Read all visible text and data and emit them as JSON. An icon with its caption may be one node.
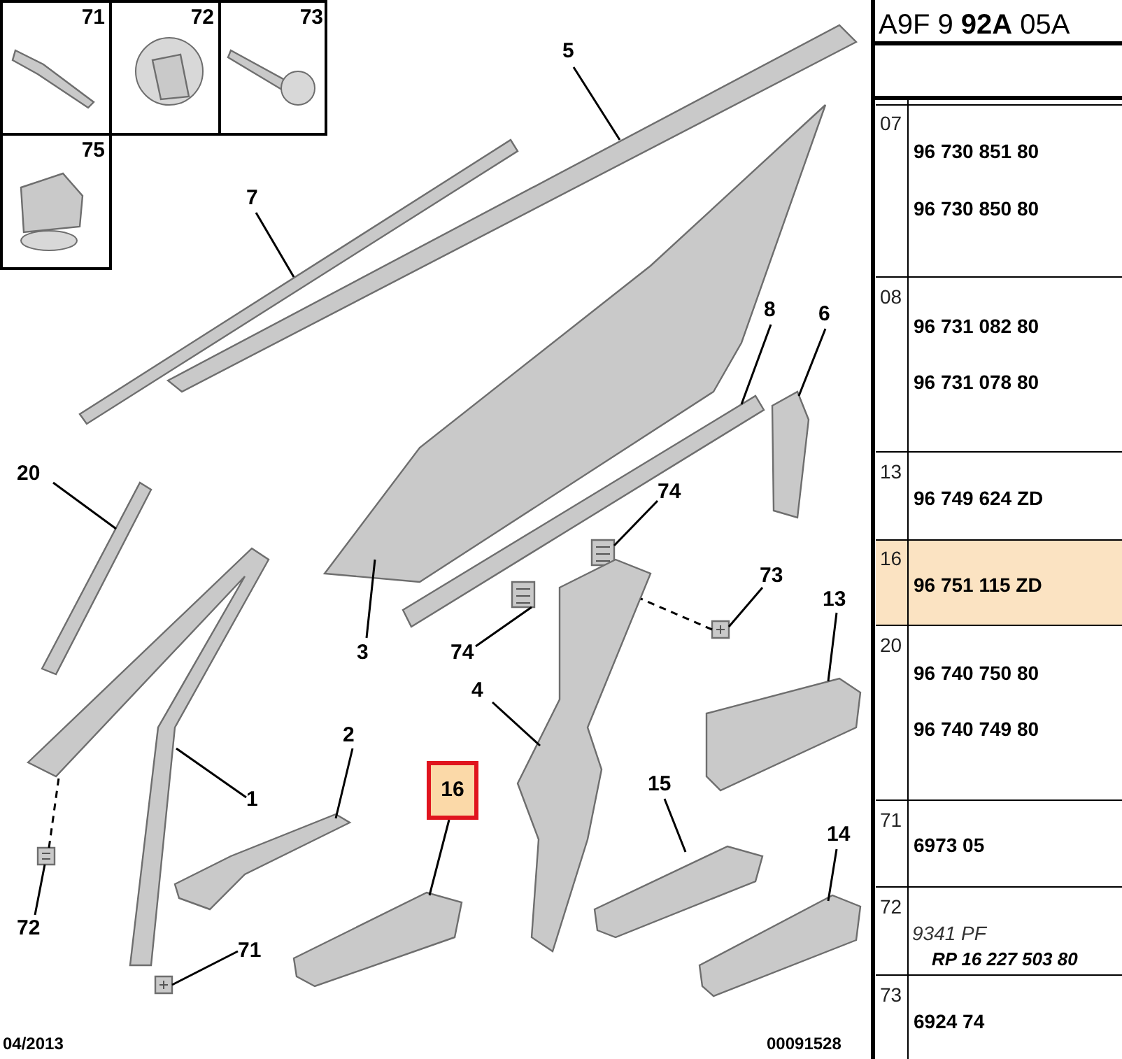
{
  "diagram": {
    "nodes": [
      {
        "text": [
          "71"
        ]
      },
      {
        "text": [
          "72"
        ]
      },
      {
        "text": [
          "73"
        ]
      },
      {
        "text": [
          "75"
        ]
      },
      {
        "text": [
          "5"
        ]
      },
      {
        "text": [],
        "shape": "picture"
      },
      {
        "text": [
          "7"
        ]
      },
      {
        "text": [],
        "shape": "picture"
      },
      {
        "text": [
          "8"
        ]
      },
      {
        "text": [],
        "shape": "picture"
      },
      {
        "text": [
          "6"
        ]
      },
      {
        "text": [],
        "shape": "picture"
      },
      {
        "text": [
          "20"
        ]
      },
      {
        "text": [],
        "shape": "picture"
      },
      {
        "text": [
          "74"
        ]
      },
      {
        "text": [],
        "shape": "picture"
      },
      {
        "text": [
          "3"
        ]
      },
      {
        "text": [],
        "shape": "picture"
      },
      {
        "text": [
          "73"
        ]
      },
      {
        "text": [],
        "shape": "picture"
      },
      {
        "text": [
          "74"
        ]
      },
      {
        "text": [],
        "shape": "picture"
      },
      {
        "text": [
          "13"
        ]
      },
      {
        "text": [],
        "shape": "picture"
      },
      {
        "text": [
          "4"
        ]
      },
      {
        "text": [],
        "shape": "picture"
      },
      {
        "text": [
          "2"
        ]
      },
      {
        "text": [],
        "shape": "picture"
      },
      {
        "text": [
          "16"
        ]
      },
      {
        "text": [],
        "shape": "picture"
      },
      {
        "text": [
          "1"
        ]
      },
      {
        "text": [],
        "shape": "picture"
      },
      {
        "text": [
          "15"
        ]
      },
      {
        "text": [],
        "shape": "picture"
      },
      {
        "text": [
          "14"
        ]
      },
      {
        "text": [],
        "shape": "picture"
      },
      {
        "text": [
          "72"
        ]
      },
      {
        "text": [],
        "shape": "picture"
      },
      {
        "text": [
          "71"
        ]
      },
      {
        "text": [],
        "shape": "picture"
      }
    ],
    "edges": [
      {
        "from": 4,
        "to": 5,
        "arrow": "none"
      },
      {
        "from": 6,
        "to": 7,
        "arrow": "none"
      },
      {
        "from": 8,
        "to": 9,
        "arrow": "none"
      },
      {
        "from": 10,
        "to": 11,
        "arrow": "none"
      },
      {
        "from": 12,
        "to": 13,
        "arrow": "none"
      },
      {
        "from": 14,
        "to": 15,
        "arrow": "none"
      },
      {
        "from": 16,
        "to": 17,
        "arrow": "none"
      },
      {
        "from": 18,
        "to": 19,
        "arrow": "none"
      },
      {
        "from": 20,
        "to": 21,
        "arrow": "none"
      },
      {
        "from": 22,
        "to": 23,
        "arrow": "none"
      },
      {
        "from": 24,
        "to": 25,
        "arrow": "none"
      },
      {
        "from": 26,
        "to": 27,
        "arrow": "none"
      },
      {
        "from": 28,
        "to": 29,
        "arrow": "none"
      },
      {
        "from": 30,
        "to": 31,
        "arrow": "none"
      },
      {
        "from": 32,
        "to": 33,
        "arrow": "none"
      },
      {
        "from": 34,
        "to": 35,
        "arrow": "none"
      },
      {
        "from": 36,
        "to": 37,
        "arrow": "none"
      },
      {
        "from": 38,
        "to": 39,
        "arrow": "none"
      },
      {
        "from": 37,
        "to": 31,
        "arrow": "none",
        "style": "dashed"
      },
      {
        "from": 19,
        "to": 25,
        "arrow": "none",
        "style": "dashed"
      }
    ],
    "labels": [
      "04/2013",
      "00091528",
      "A9F 9 **92A** 05A",
      "07",
      "96 730 851 80",
      "96 730 850 80",
      "08",
      "96 731 082 80",
      "96 731 078 80",
      "13",
      "96 749 624 ZD",
      "16",
      "96 751 115 ZD",
      "20",
      "96 740 750 80",
      "96 740 749 80",
      "71",
      "6973 05",
      "72",
      "9341 PF",
      "RP 16 227 503 80",
      "73",
      "6924 74"
    ]
  }
}
